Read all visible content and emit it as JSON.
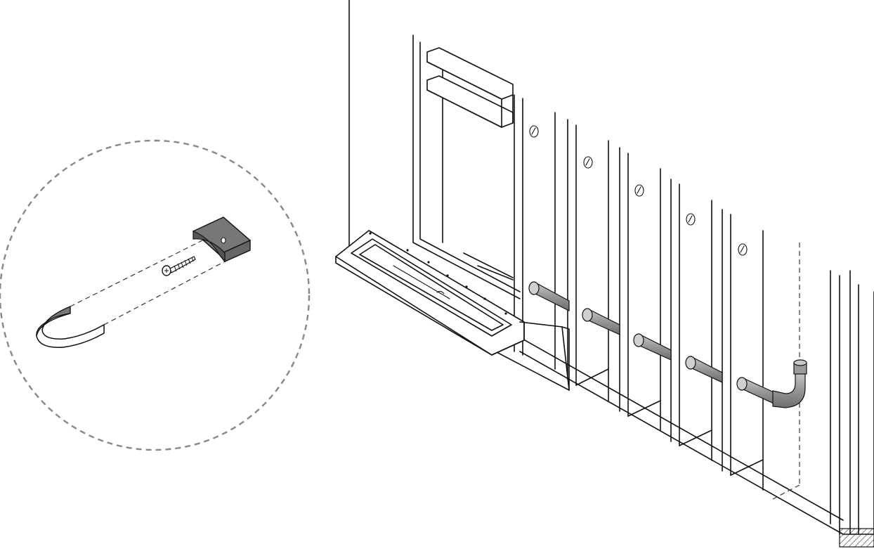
{
  "figure": {
    "kind": "technical-assembly-illustration",
    "colors": {
      "line": "#111111",
      "background": "#ffffff",
      "pipe_fill": "#9a9a9a",
      "pipe_highlight": "#c8c8c8",
      "pipe_shadow": "#6e6e6e",
      "clip_fill": "#777777",
      "detail_circle": "#888888"
    },
    "detail_callout": {
      "icons": [
        "clip-bracket-icon",
        "screw-icon",
        "strap-icon"
      ]
    },
    "stud_count": 5,
    "pipe_count": 5
  }
}
